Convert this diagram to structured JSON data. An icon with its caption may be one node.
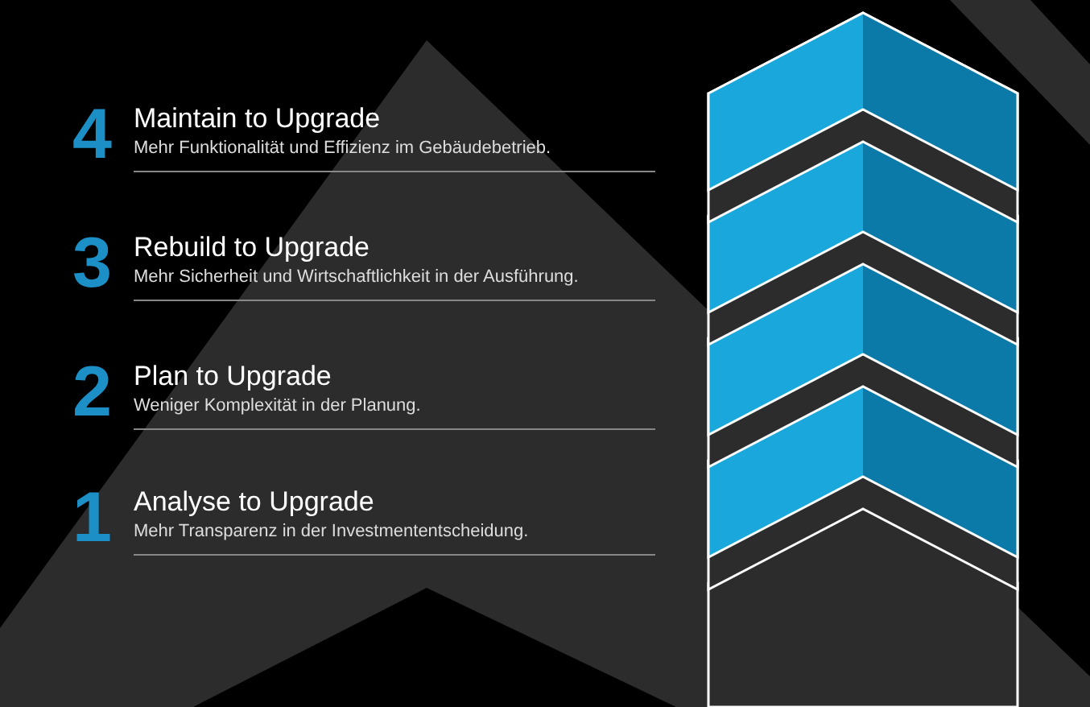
{
  "diagram": {
    "labels": [
      "4",
      "Maintain to Upgrade",
      "Mehr Funktionalität und Effizienz im Gebäudebetrieb.",
      "3",
      "Rebuild to Upgrade",
      "Mehr Sicherheit und Wirtschaftlichkeit in der Ausführung.",
      "2",
      "Plan to Upgrade",
      "Weniger Komplexität in der Planung.",
      "1",
      "Analyse to Upgrade",
      "Mehr Transparenz in der Investmententscheidung."
    ]
  }
}
